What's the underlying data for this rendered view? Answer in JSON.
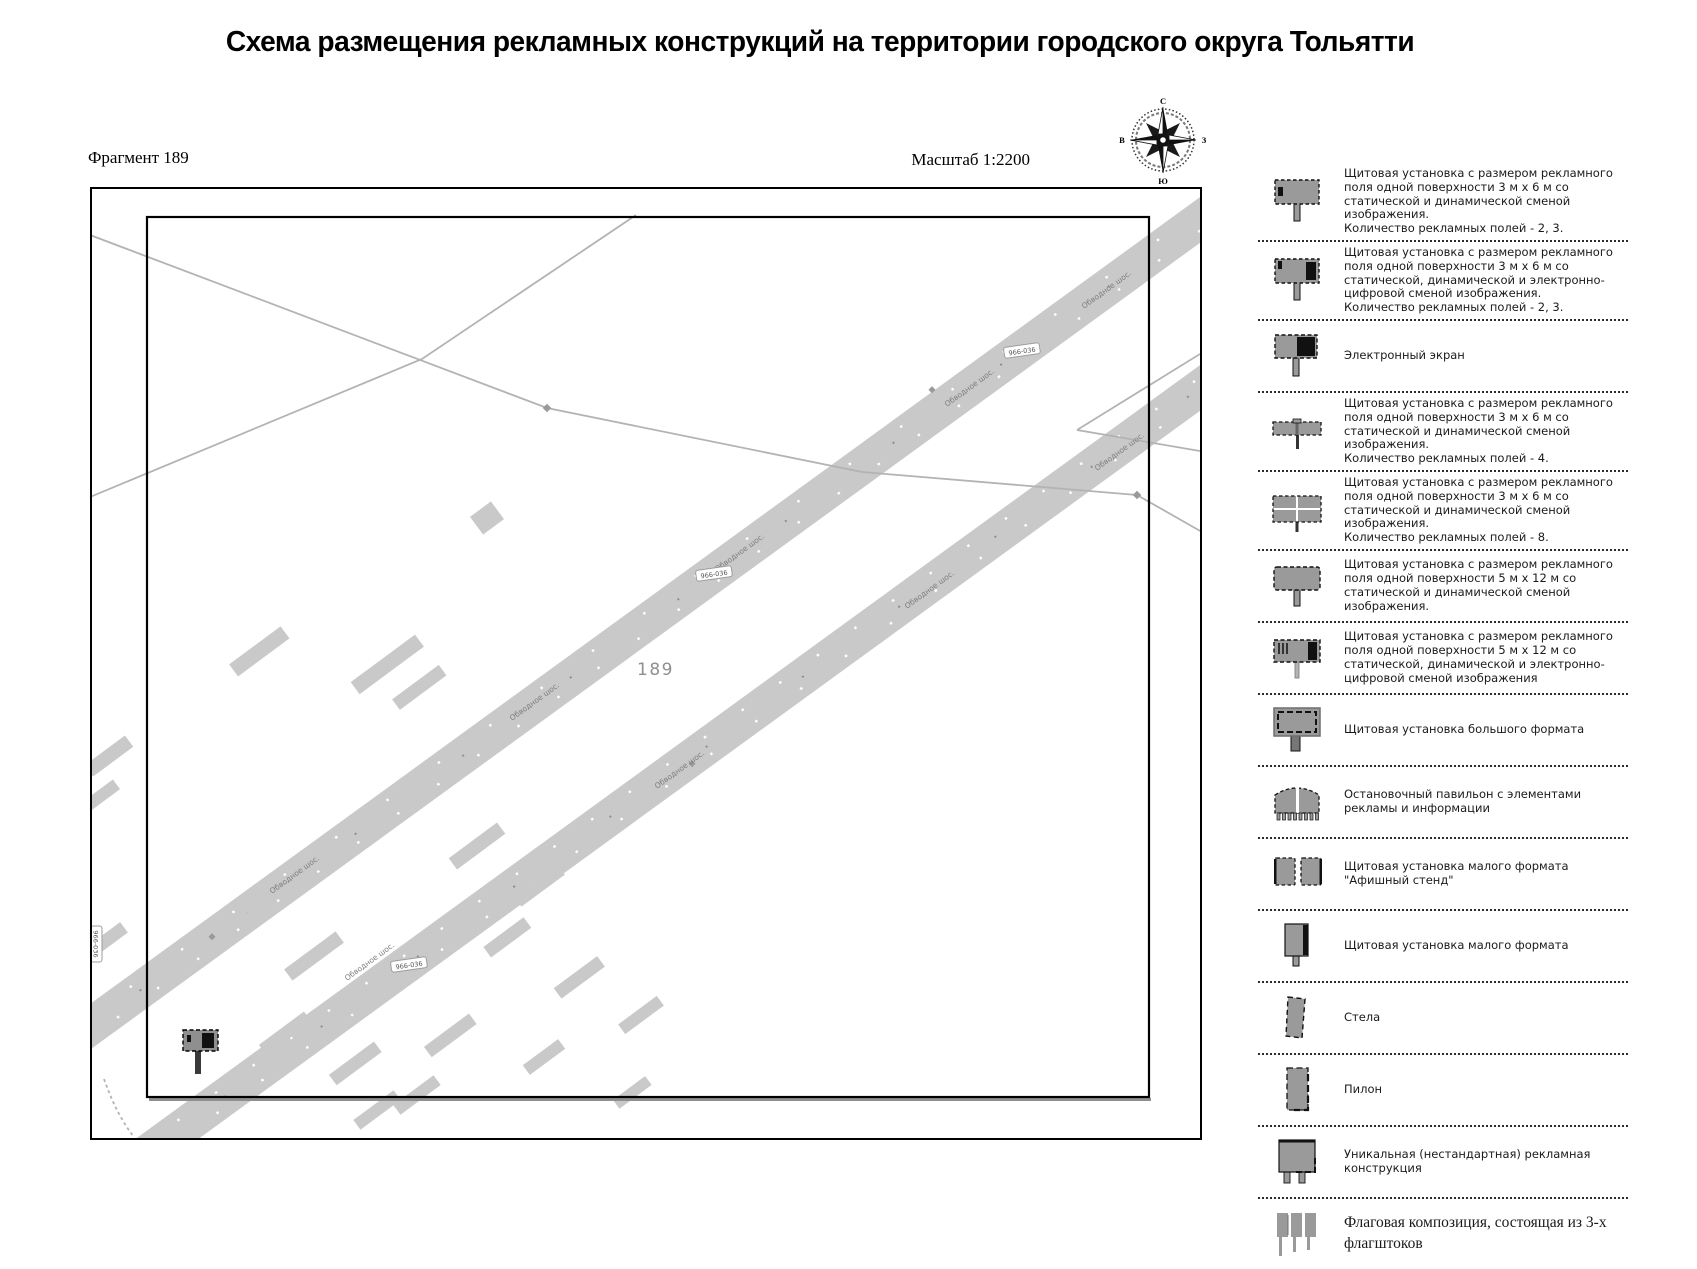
{
  "title": "Схема размещения рекламных конструкций на территории городского округа Тольятти",
  "map": {
    "fragment_label": "Фрагмент 189",
    "scale_label": "Масштаб 1:2200",
    "area_number": "189",
    "road_label": "Обводное шос.",
    "marker_badge": "966-036",
    "compass": {
      "north": "С",
      "south": "Ю",
      "left": "В",
      "right": "З"
    }
  },
  "colors": {
    "road_gray": "#c9c9c9",
    "legend_icon_gray": "#9a9a9a",
    "line_gray": "#b3b3b3",
    "accent_black": "#111111"
  },
  "legend": {
    "items": [
      {
        "icon": "billboard-3x6-static-icon",
        "text": "Щитовая установка с размером рекламного поля одной поверхности 3 м х 6 м со статической и динамической сменой изображения.\nКоличество рекламных полей - 2, 3."
      },
      {
        "icon": "billboard-3x6-digital-icon",
        "text": "Щитовая установка с размером рекламного поля одной поверхности 3 м х 6 м со статической, динамической и электронно-цифровой сменой изображения.\nКоличество рекламных полей - 2, 3."
      },
      {
        "icon": "electronic-screen-icon",
        "text": "Электронный экран"
      },
      {
        "icon": "billboard-3x6-4fields-icon",
        "text": "Щитовая установка с размером рекламного поля одной поверхности 3 м х 6 м со статической и динамической сменой изображения.\nКоличество рекламных полей - 4."
      },
      {
        "icon": "billboard-3x6-8fields-icon",
        "text": "Щитовая установка с размером рекламного поля одной поверхности 3 м х 6 м со статической и динамической сменой изображения.\nКоличество рекламных полей - 8."
      },
      {
        "icon": "billboard-5x12-static-icon",
        "text": "Щитовая установка с размером рекламного поля одной поверхности 5 м х 12 м со статической и динамической сменой изображения."
      },
      {
        "icon": "billboard-5x12-digital-icon",
        "text": "Щитовая установка с размером рекламного поля одной поверхности 5 м х 12 м со статической, динамической и электронно-цифровой сменой изображения"
      },
      {
        "icon": "large-format-icon",
        "text": "Щитовая установка большого формата"
      },
      {
        "icon": "bus-pavilion-icon",
        "text": "Остановочный павильон с элементами рекламы и информации"
      },
      {
        "icon": "poster-stand-icon",
        "text": "Щитовая установка малого формата \"Афишный стенд\""
      },
      {
        "icon": "small-format-icon",
        "text": "Щитовая установка малого формата"
      },
      {
        "icon": "stela-icon",
        "text": "Стела"
      },
      {
        "icon": "pylon-icon",
        "text": "Пилон"
      },
      {
        "icon": "unique-construction-icon",
        "text": "Уникальная (нестандартная) рекламная конструкция"
      },
      {
        "icon": "flag-composition-icon",
        "text": "Флаговая композиция, состоящая из 3-х флагштоков"
      }
    ]
  }
}
